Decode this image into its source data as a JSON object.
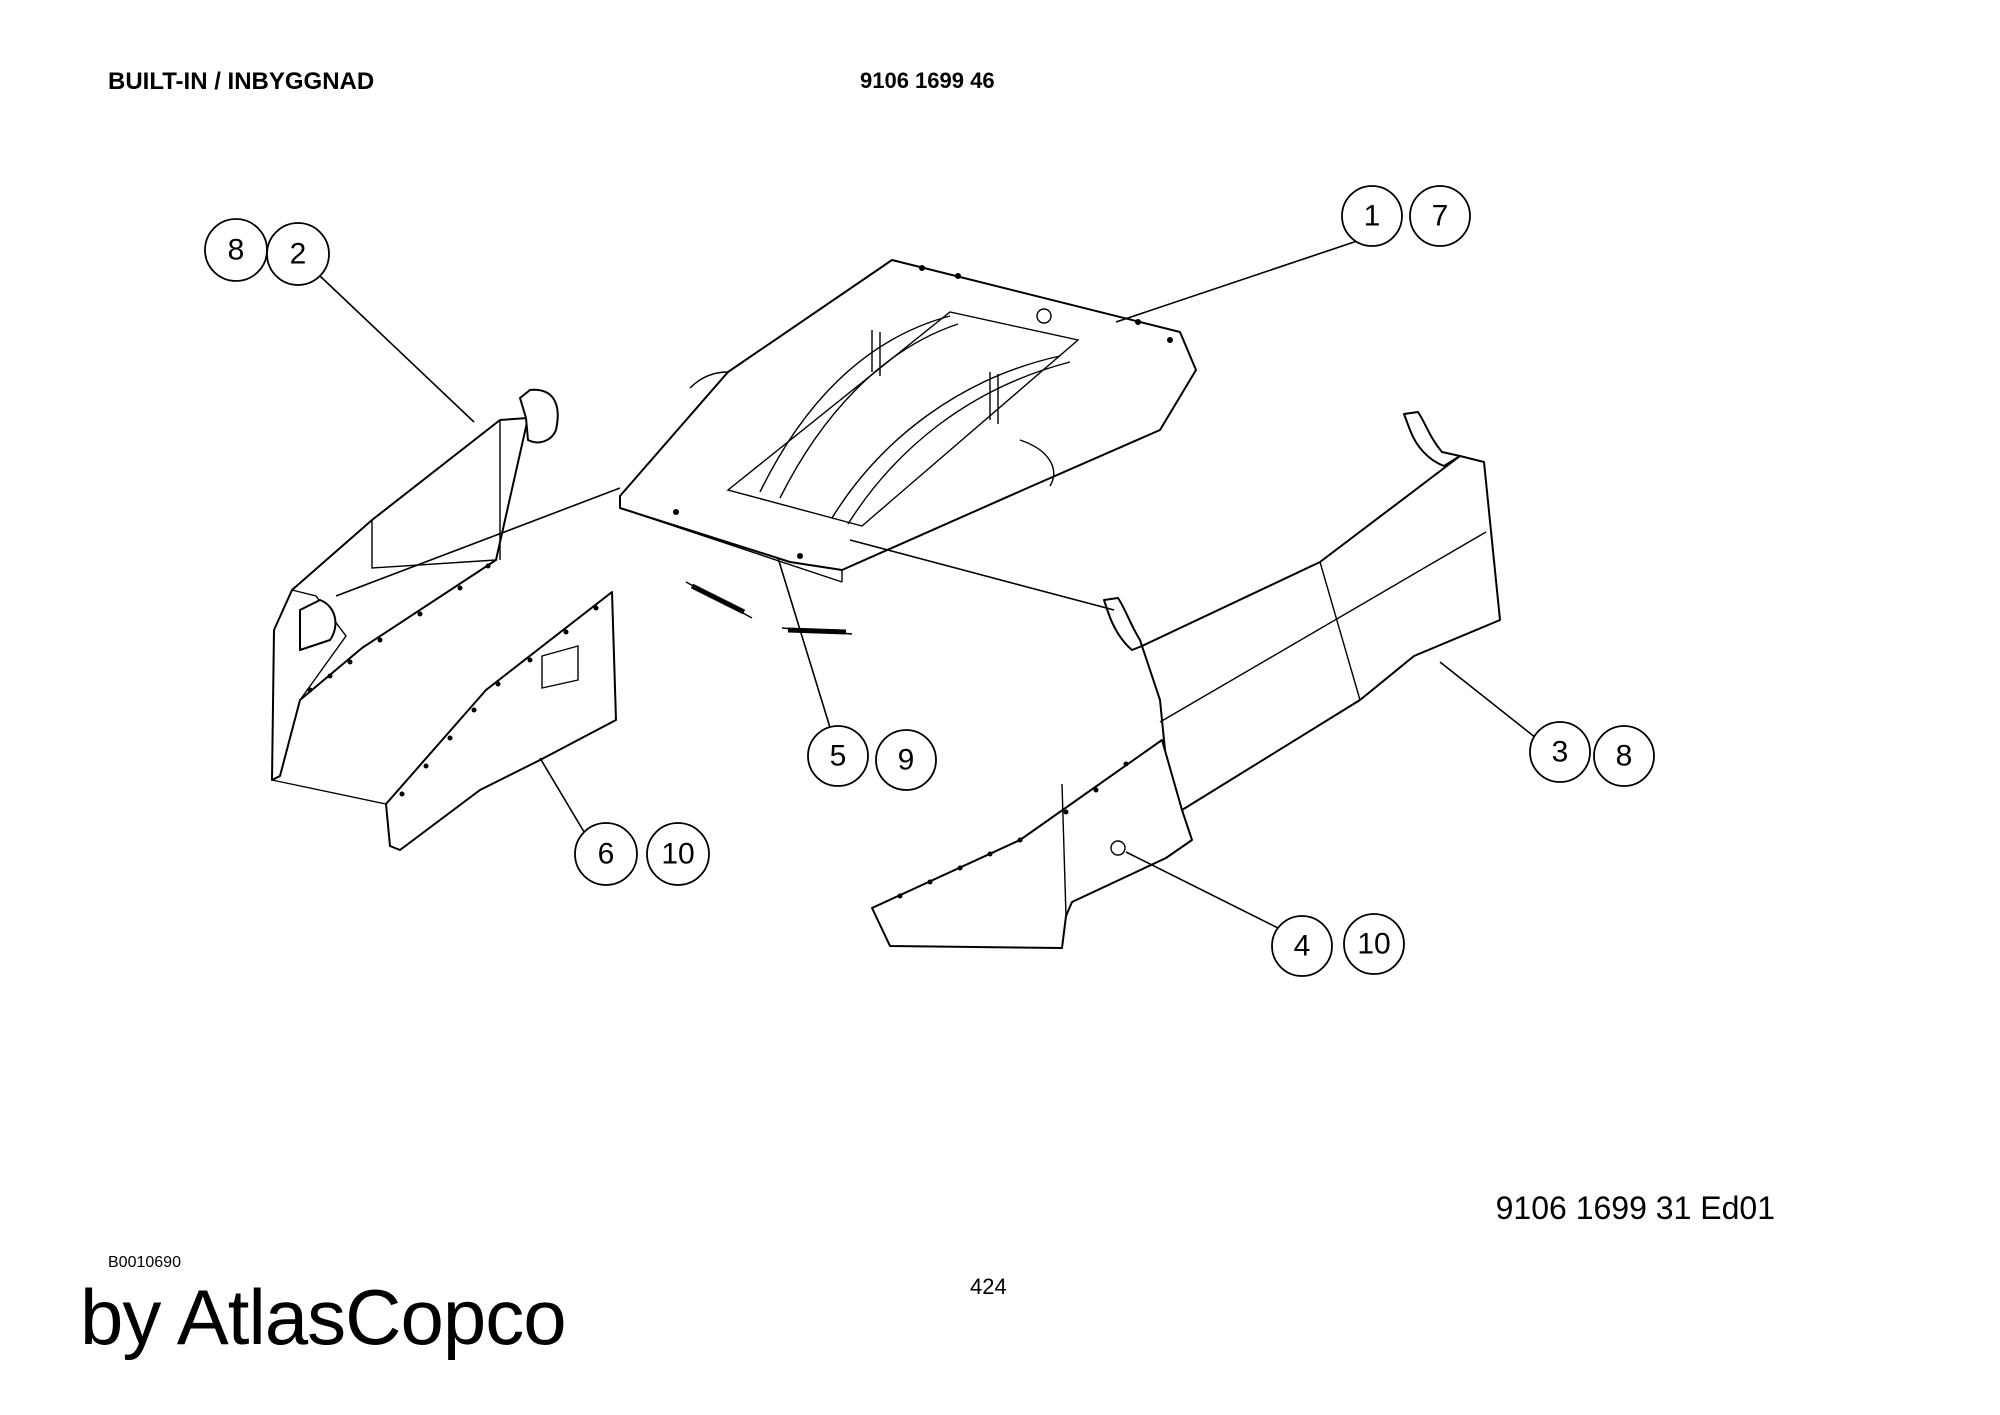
{
  "header": {
    "title": "BUILT-IN / INBYGGNAD",
    "part_number": "9106 1699 46"
  },
  "footer": {
    "doc_edition": "9106 1699 31  Ed01",
    "drawing_id": "B0010690",
    "page_number": "424",
    "brand": "by AtlasCopco"
  },
  "balloons": {
    "b1": "1",
    "b7": "7",
    "b8a": "8",
    "b2": "2",
    "b5": "5",
    "b9": "9",
    "b3": "3",
    "b8b": "8",
    "b6": "6",
    "b10a": "10",
    "b4": "4",
    "b10b": "10"
  }
}
